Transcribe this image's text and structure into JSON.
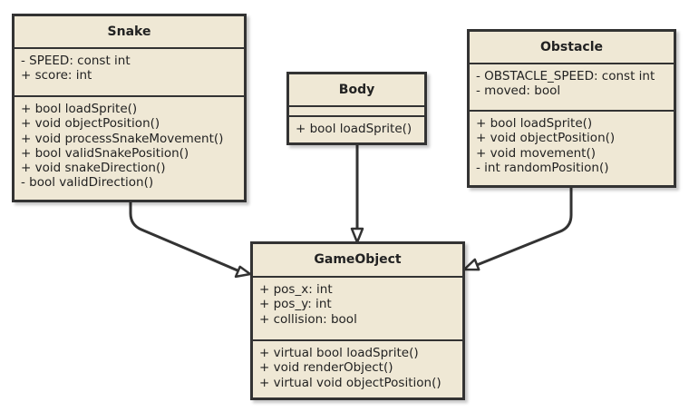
{
  "diagram": {
    "classes": {
      "snake": {
        "name": "Snake",
        "attributes": [
          "- SPEED: const int",
          "+ score: int"
        ],
        "methods": [
          "+ bool loadSprite()",
          "+ void objectPosition()",
          "+ void processSnakeMovement()",
          "+ bool validSnakePosition()",
          "+ void snakeDirection()",
          "- bool validDirection()"
        ]
      },
      "body": {
        "name": "Body",
        "attributes": [],
        "methods": [
          "+ bool loadSprite()"
        ]
      },
      "obstacle": {
        "name": "Obstacle",
        "attributes": [
          "- OBSTACLE_SPEED: const int",
          "- moved: bool"
        ],
        "methods": [
          "+ bool loadSprite()",
          "+ void objectPosition()",
          "+ void movement()",
          "- int randomPosition()"
        ]
      },
      "gameobject": {
        "name": "GameObject",
        "attributes": [
          "+ pos_x: int",
          "+ pos_y: int",
          "+ collision: bool"
        ],
        "methods": [
          "+ virtual bool loadSprite()",
          "+ void renderObject()",
          "+ virtual void objectPosition()"
        ]
      }
    },
    "relationships": [
      {
        "from": "Snake",
        "to": "GameObject",
        "type": "generalization"
      },
      {
        "from": "Body",
        "to": "GameObject",
        "type": "generalization"
      },
      {
        "from": "Obstacle",
        "to": "GameObject",
        "type": "generalization"
      }
    ],
    "colors": {
      "class_fill": "#efe8d5",
      "class_border": "#333333",
      "text": "#222222",
      "background": "#ffffff"
    }
  }
}
